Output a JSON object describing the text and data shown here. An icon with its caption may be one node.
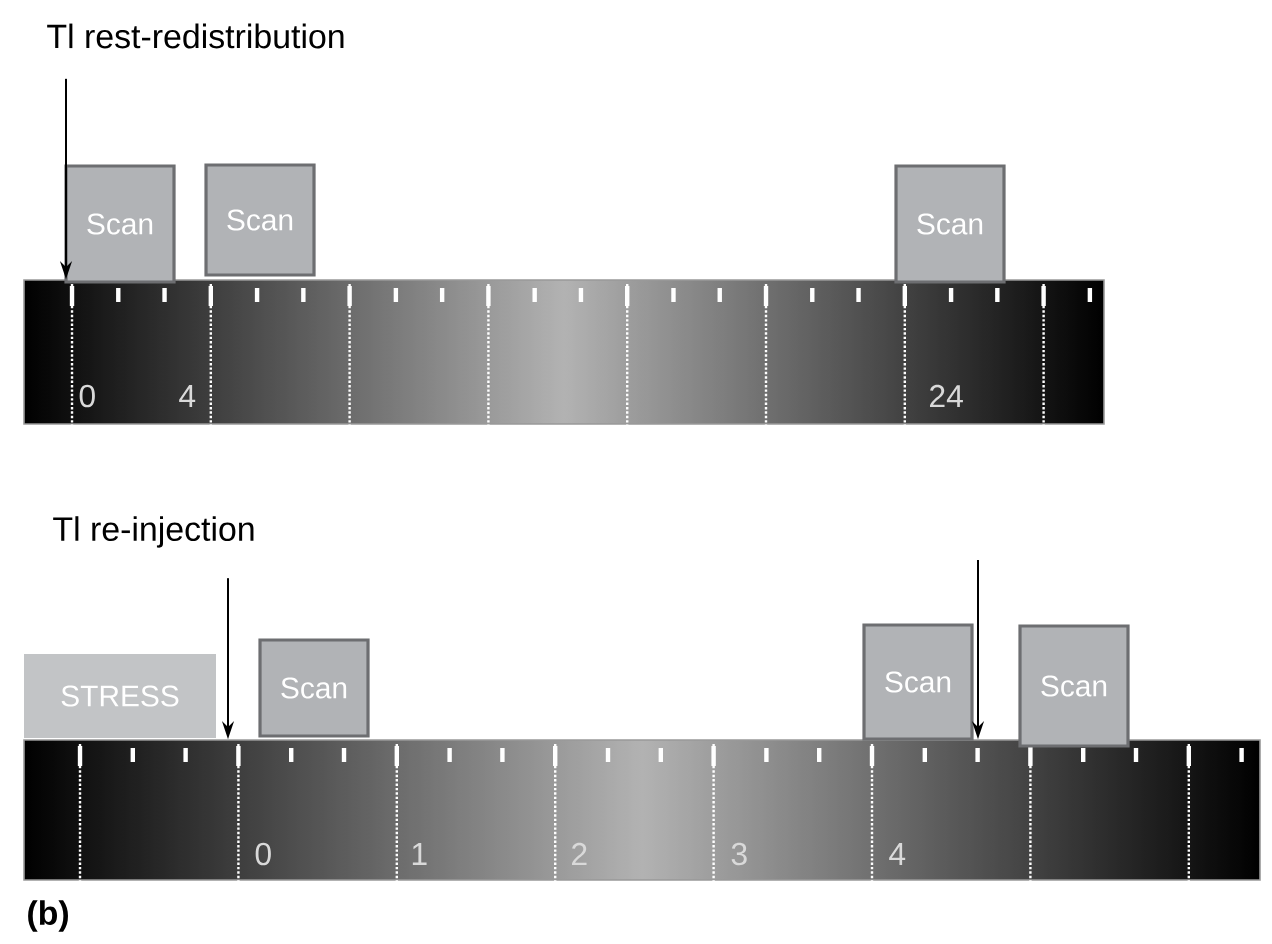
{
  "diagram": {
    "nodes": [
      {
        "text": [
          "Tl rest-redistribution"
        ]
      },
      {
        "text": [],
        "shape": "bar"
      },
      {
        "text": [
          "Scan"
        ]
      },
      {
        "text": [
          "Scan"
        ]
      },
      {
        "text": [
          "Scan"
        ]
      },
      {
        "text": [
          "Tl re-injection"
        ]
      },
      {
        "text": [],
        "shape": "bar"
      },
      {
        "text": [
          "STRESS"
        ]
      },
      {
        "text": [
          "Scan"
        ]
      },
      {
        "text": [
          "Scan"
        ]
      },
      {
        "text": [
          "Scan"
        ]
      }
    ],
    "edges": [
      {
        "from": 0,
        "to": 1,
        "arrow": "to"
      },
      {
        "from": 5,
        "to": 6,
        "arrow": "to"
      },
      {
        "from": null,
        "to": 6,
        "arrow": "to"
      }
    ],
    "labels": [
      "0",
      "4",
      "24",
      "0",
      "1",
      "2",
      "3",
      "4",
      "(b)"
    ]
  }
}
